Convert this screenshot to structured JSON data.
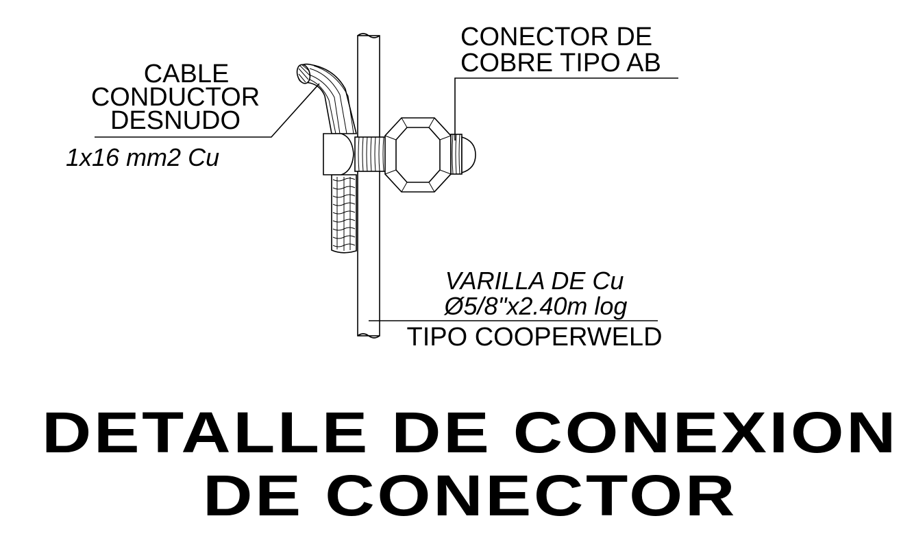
{
  "labels": {
    "cable": {
      "line1": "CABLE",
      "line2": "CONDUCTOR",
      "line3": "DESNUDO",
      "spec": "1x16 mm2 Cu"
    },
    "connector": {
      "line1": "CONECTOR DE",
      "line2": "COBRE TIPO AB"
    },
    "rod": {
      "line1": "VARILLA DE Cu",
      "line2": "Ø5/8\"x2.40m log",
      "line3": "TIPO COOPERWELD"
    }
  },
  "title": {
    "line1": "DETALLE DE CONEXION",
    "line2": "DE CONECTOR"
  },
  "colors": {
    "ink": "#000000",
    "background": "#ffffff"
  }
}
